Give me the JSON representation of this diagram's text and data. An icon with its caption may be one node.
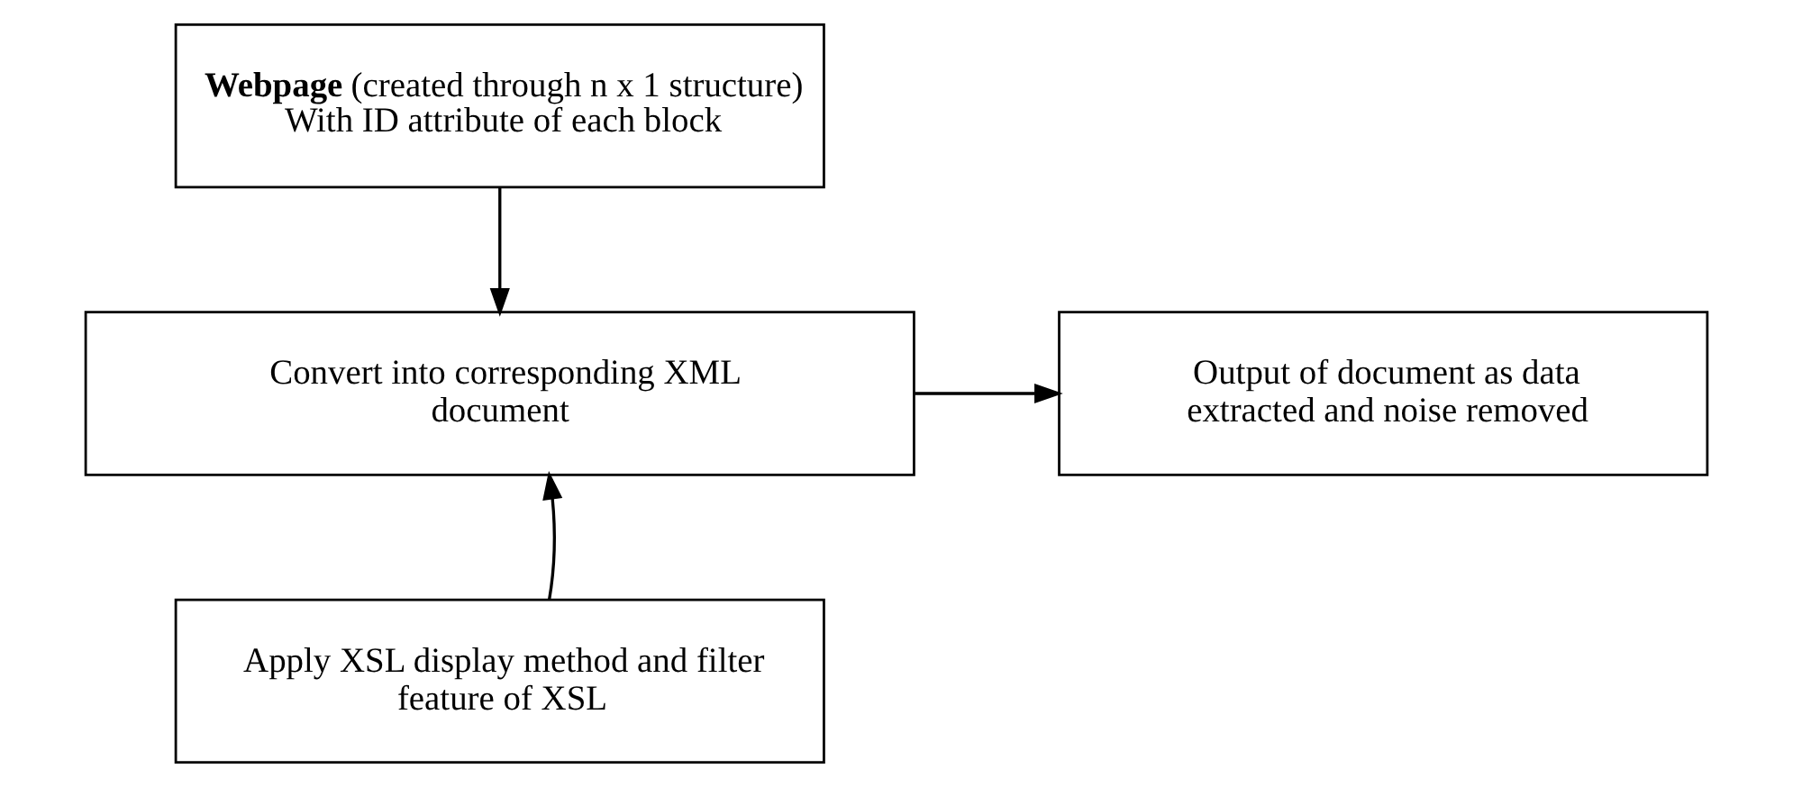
{
  "diagram": {
    "nodes": [
      {
        "text": [
          "**Webpage** (created through n x 1 structure) With ID attribute of each block"
        ]
      },
      {
        "text": [
          "Convert into corresponding XML document"
        ]
      },
      {
        "text": [
          "Apply XSL display method and filter feature of XSL"
        ]
      },
      {
        "text": [
          "Output of document as data extracted and noise removed"
        ]
      }
    ],
    "edges": [
      {
        "from": 0,
        "to": 1,
        "arrow": "to"
      },
      {
        "from": 2,
        "to": 1,
        "arrow": "to"
      },
      {
        "from": 1,
        "to": 3,
        "arrow": "to"
      }
    ]
  }
}
